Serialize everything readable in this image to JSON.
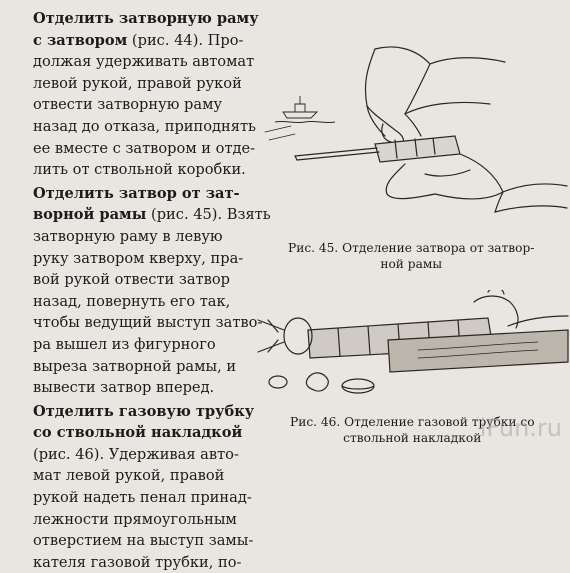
{
  "paragraphs": [
    {
      "lines": [
        {
          "bold": "Отделить затворную раму",
          "rest": ""
        },
        {
          "bold": "с затвором",
          "rest": " (рис. 44). Про-"
        },
        {
          "bold": "",
          "rest": "должая удерживать автомат"
        },
        {
          "bold": "",
          "rest": "левой рукой, правой рукой"
        },
        {
          "bold": "",
          "rest": "отвести затворную раму"
        },
        {
          "bold": "",
          "rest": "назад до отказа, приподнять"
        },
        {
          "bold": "",
          "rest": "ее вместе с затвором и отде-"
        },
        {
          "bold": "",
          "rest": "лить от ствольной коробки."
        }
      ]
    },
    {
      "lines": [
        {
          "bold": "Отделить затвор от зат-",
          "rest": ""
        },
        {
          "bold": "ворной рамы",
          "rest": " (рис. 45). Взять"
        },
        {
          "bold": "",
          "rest": "затворную раму в левую"
        },
        {
          "bold": "",
          "rest": "руку затвором кверху, пра-"
        },
        {
          "bold": "",
          "rest": "вой рукой отвести затвор"
        },
        {
          "bold": "",
          "rest": "назад, повернуть его так,"
        },
        {
          "bold": "",
          "rest": "чтобы ведущий выступ затво-"
        },
        {
          "bold": "",
          "rest": "ра вышел из фигурного"
        },
        {
          "bold": "",
          "rest": "выреза затворной рамы, и"
        },
        {
          "bold": "",
          "rest": "вывести затвор вперед."
        }
      ]
    },
    {
      "lines": [
        {
          "bold": "Отделить газовую трубку",
          "rest": ""
        },
        {
          "bold": "со ствольной накладкой",
          "rest": ""
        },
        {
          "bold": "",
          "rest": "(рис. 46). Удерживая авто-"
        },
        {
          "bold": "",
          "rest": "мат левой рукой, правой"
        },
        {
          "bold": "",
          "rest": "рукой надеть пенал принад-"
        },
        {
          "bold": "",
          "rest": "лежности прямоугольным"
        },
        {
          "bold": "",
          "rest": "отверстием на выступ замы-"
        },
        {
          "bold": "",
          "rest": "кателя газовой трубки, по-"
        }
      ]
    }
  ],
  "figure45": {
    "caption_line1": "Рис. 45. Отделение затвора от затвор-",
    "caption_line2": "ной рамы"
  },
  "figure46": {
    "caption_line1": "Рис. 46. Отделение газовой трубки со",
    "caption_line2": "ствольной накладкой"
  },
  "watermark": "iFun.ru"
}
